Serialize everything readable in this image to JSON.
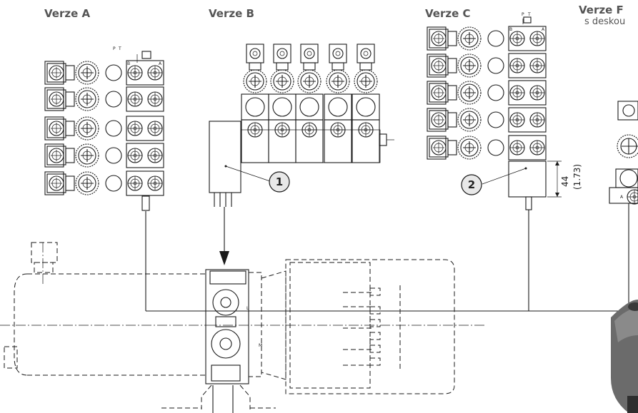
{
  "versions": {
    "a": "Verze A",
    "b": "Verze B",
    "c": "Verze C",
    "f": "Verze F",
    "f_sub": "s deskou"
  },
  "callouts": {
    "one": "1",
    "two": "2"
  },
  "dimension": {
    "value": "44",
    "alt": "(1.73)"
  },
  "port_labels": {
    "p": "P",
    "t": "T",
    "a": "A",
    "b": "B",
    "l": "L",
    "m": "M"
  },
  "colors": {
    "line": "#1a1a1a",
    "label": "#555555",
    "photo_body": "#6b6b6b"
  }
}
